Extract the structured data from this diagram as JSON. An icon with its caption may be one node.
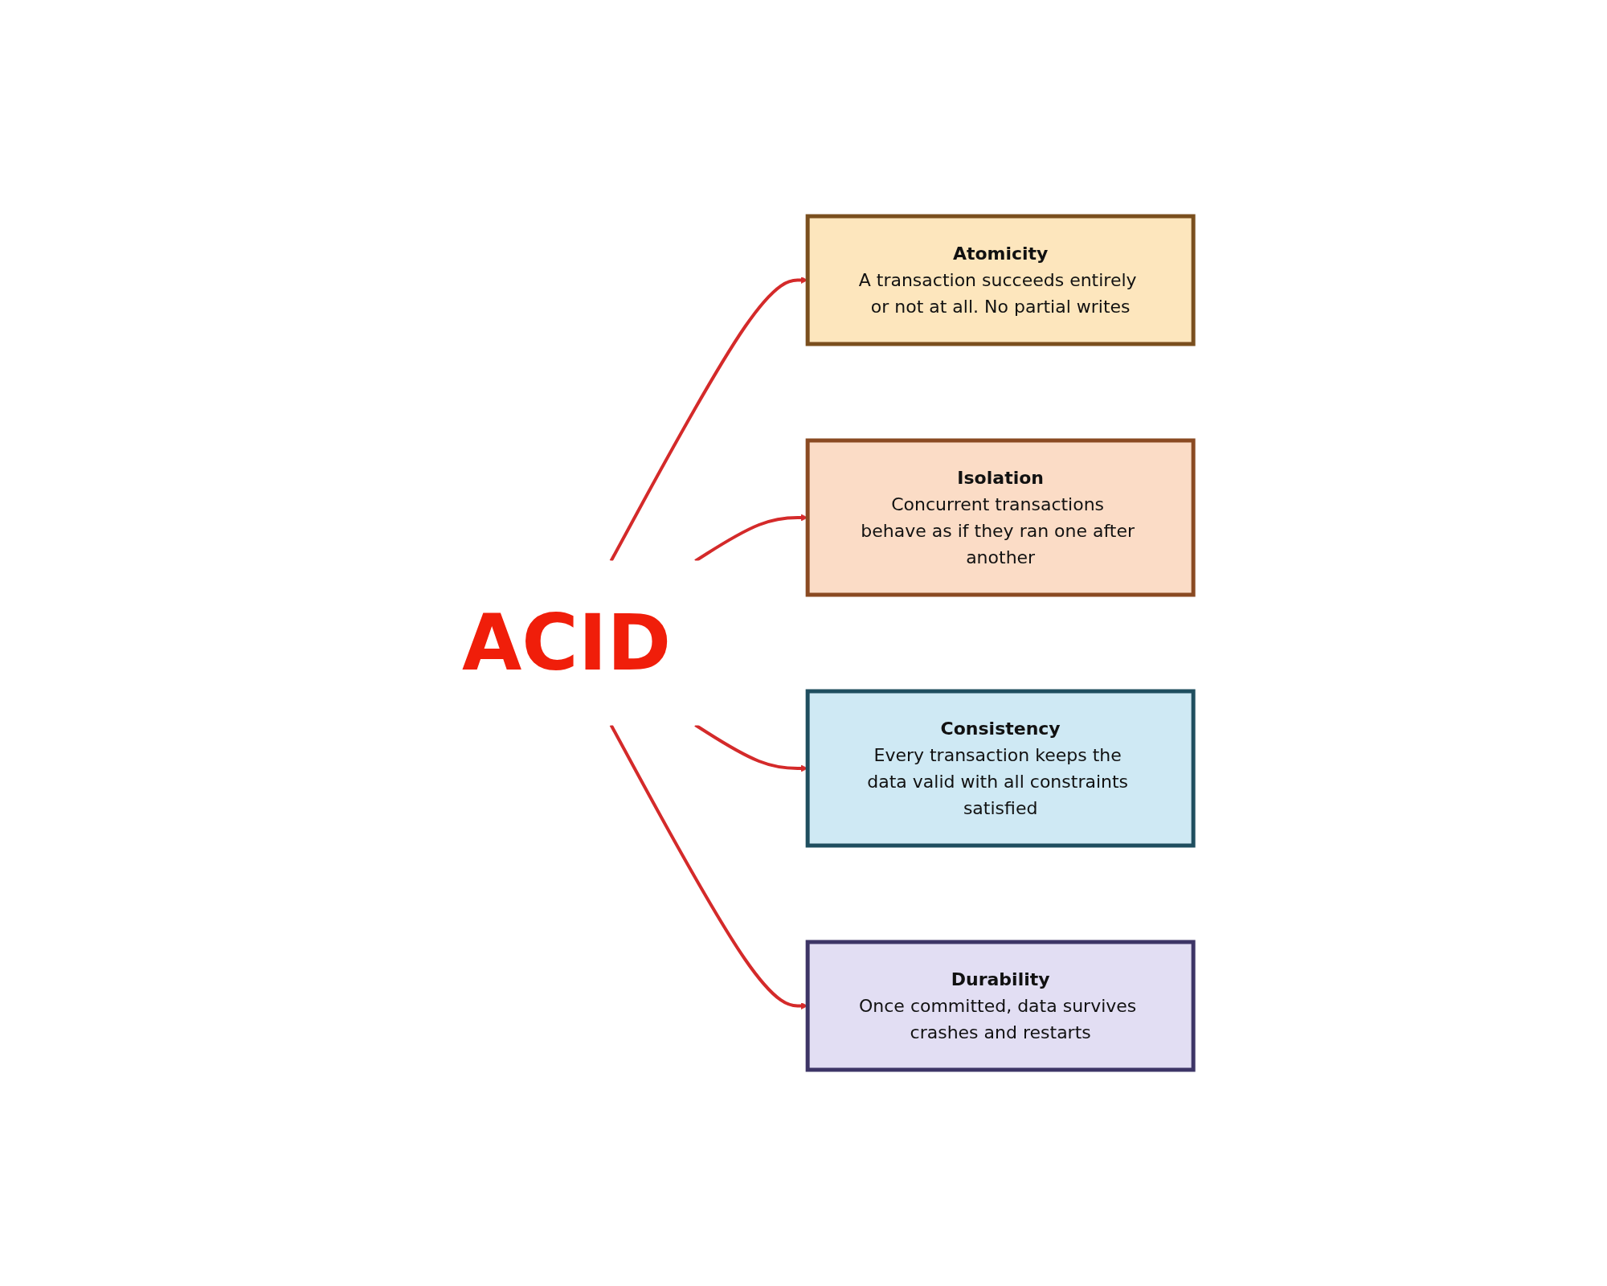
{
  "diagram": {
    "nodes": [
      {
        "text": [
          "Atomicity",
          "A transaction succeeds entirely or not at all. No partial writes"
        ]
      },
      {
        "text": [
          "Isolation",
          "Concurrent transactions behave as if they ran one after another"
        ]
      },
      {
        "text": [
          "ACID"
        ]
      },
      {
        "text": [
          "Consistency",
          "Every transaction keeps the data valid with all constraints satisfied"
        ]
      },
      {
        "text": [
          "Durability",
          "Once committed, data survives crashes and restarts"
        ]
      }
    ],
    "edges": [
      {
        "from": 2,
        "to": 0,
        "arrow": "to"
      },
      {
        "from": 2,
        "to": 1,
        "arrow": "to"
      },
      {
        "from": 2,
        "to": 3,
        "arrow": "to"
      },
      {
        "from": 2,
        "to": 4,
        "arrow": "to"
      }
    ]
  }
}
